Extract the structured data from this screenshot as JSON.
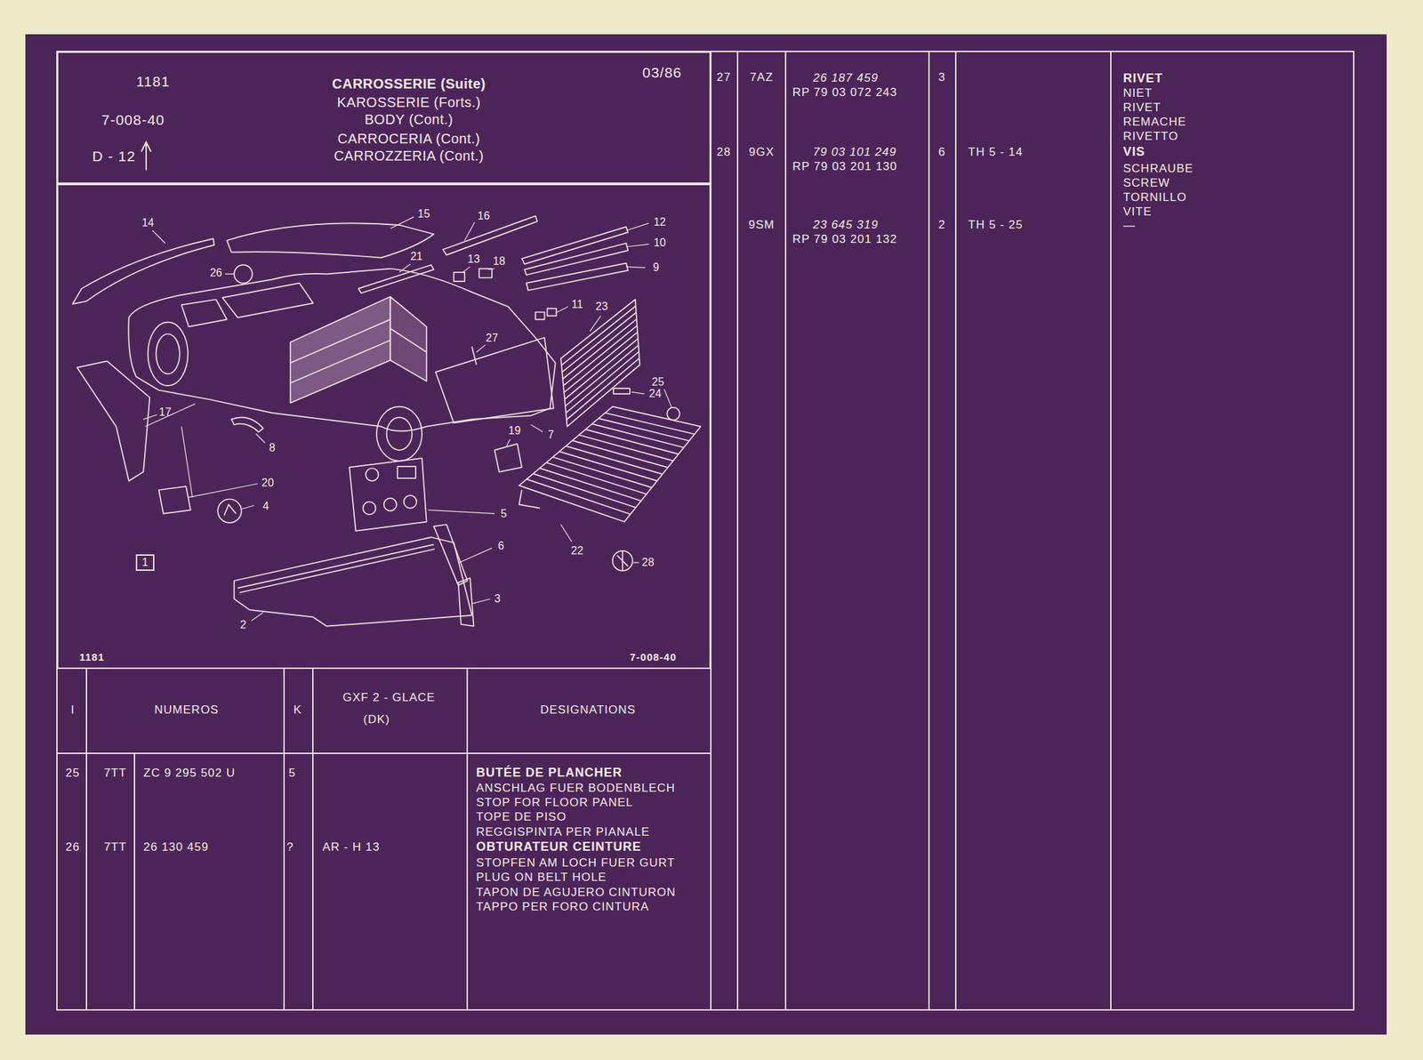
{
  "diagram": {
    "nodes": [
      {
        "text": [
          "1181",
          "7-008-40",
          "D - 12",
          "CARROSSERIE (Suite)",
          "KAROSSERIE (Forts.)",
          "BODY (Cont.)",
          "CARROCERIA (Cont.)",
          "CARROZZERIA (Cont.)",
          "03/86"
        ]
      },
      {
        "text": [
          "1181",
          "7-008-40"
        ]
      },
      {
        "text": [
          "1"
        ],
        "in": 1
      }
    ],
    "labels": [
      "I",
      "NUMEROS",
      "K",
      "GXF 2 - GLACE",
      "(DK)",
      "DESIGNATIONS",
      "25",
      "7TT",
      "ZC 9 295 502 U",
      "5",
      "BUTÉE DE PLANCHER",
      "ANSCHLAG FUER BODENBLECH",
      "STOP FOR FLOOR PANEL",
      "TOPE DE PISO",
      "REGGISPINTA PER PIANALE",
      "26",
      "7TT",
      "26 130 459",
      "?",
      "AR - H 13",
      "OBTURATEUR CEINTURE",
      "STOPFEN AM LOCH FUER GURT",
      "PLUG ON BELT HOLE",
      "TAPON DE AGUJERO CINTURON",
      "TAPPO PER FORO CINTURA",
      "27",
      "7AZ",
      "26 187 459",
      "RP 79 03 072 243",
      "3",
      "RIVET",
      "NIET",
      "RIVET",
      "REMACHE",
      "RIVETTO",
      "28",
      "9GX",
      "79 03 101 249",
      "RP 79 03 201 130",
      "6",
      "TH 5 - 14",
      "VIS",
      "SCHRAUBE",
      "SCREW",
      "TORNILLO",
      "VITE",
      "—",
      "9SM",
      "23 645 319",
      "RP 79 03 201 132",
      "2",
      "TH 5 - 25",
      "14",
      "15",
      "16",
      "12",
      "10",
      "9",
      "26",
      "21",
      "13",
      "18",
      "11",
      "23",
      "27",
      "25",
      "24",
      "17",
      "8",
      "19",
      "7",
      "20",
      "4",
      "5",
      "6",
      "22",
      "28",
      "3",
      "2"
    ]
  }
}
